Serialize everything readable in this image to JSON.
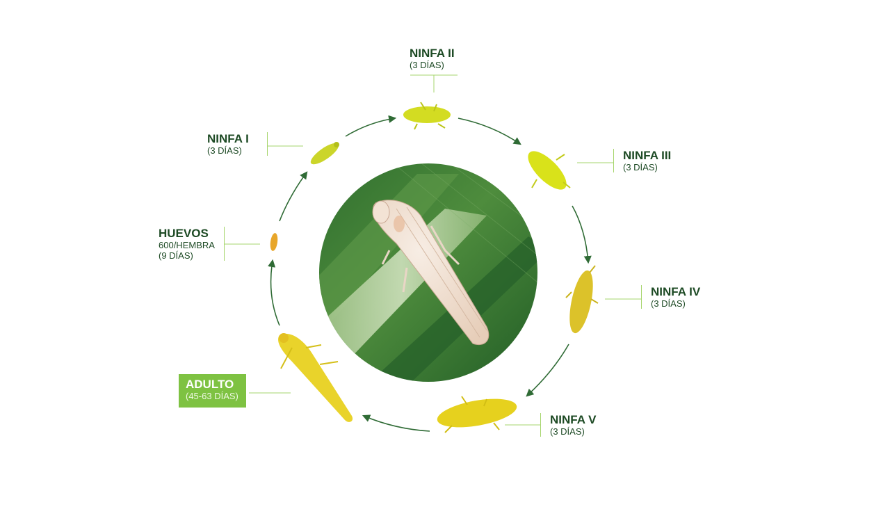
{
  "stages": {
    "ninfa_ii": {
      "title": "NINFA II",
      "sub": "(3 DÍAS)"
    },
    "ninfa_i": {
      "title": "NINFA I",
      "sub": "(3 DÍAS)"
    },
    "ninfa_iii": {
      "title": "NINFA III",
      "sub": "(3 DÍAS)"
    },
    "huevos": {
      "title": "HUEVOS",
      "sub1": "600/HEMBRA",
      "sub2": "(9 DÍAS)"
    },
    "ninfa_iv": {
      "title": "NINFA IV",
      "sub": "(3 DÍAS)"
    },
    "adulto": {
      "title": "ADULTO",
      "sub": "(45-63 DÍAS)"
    },
    "ninfa_v": {
      "title": "NINFA V",
      "sub": "(3 DÍAS)"
    }
  },
  "colors": {
    "title_green": "#1d4a24",
    "arrow_green": "#2f6b35",
    "connector": "#a6d56c",
    "adult_box": "#7ec242",
    "insect_yellow": "#d9e21a"
  }
}
